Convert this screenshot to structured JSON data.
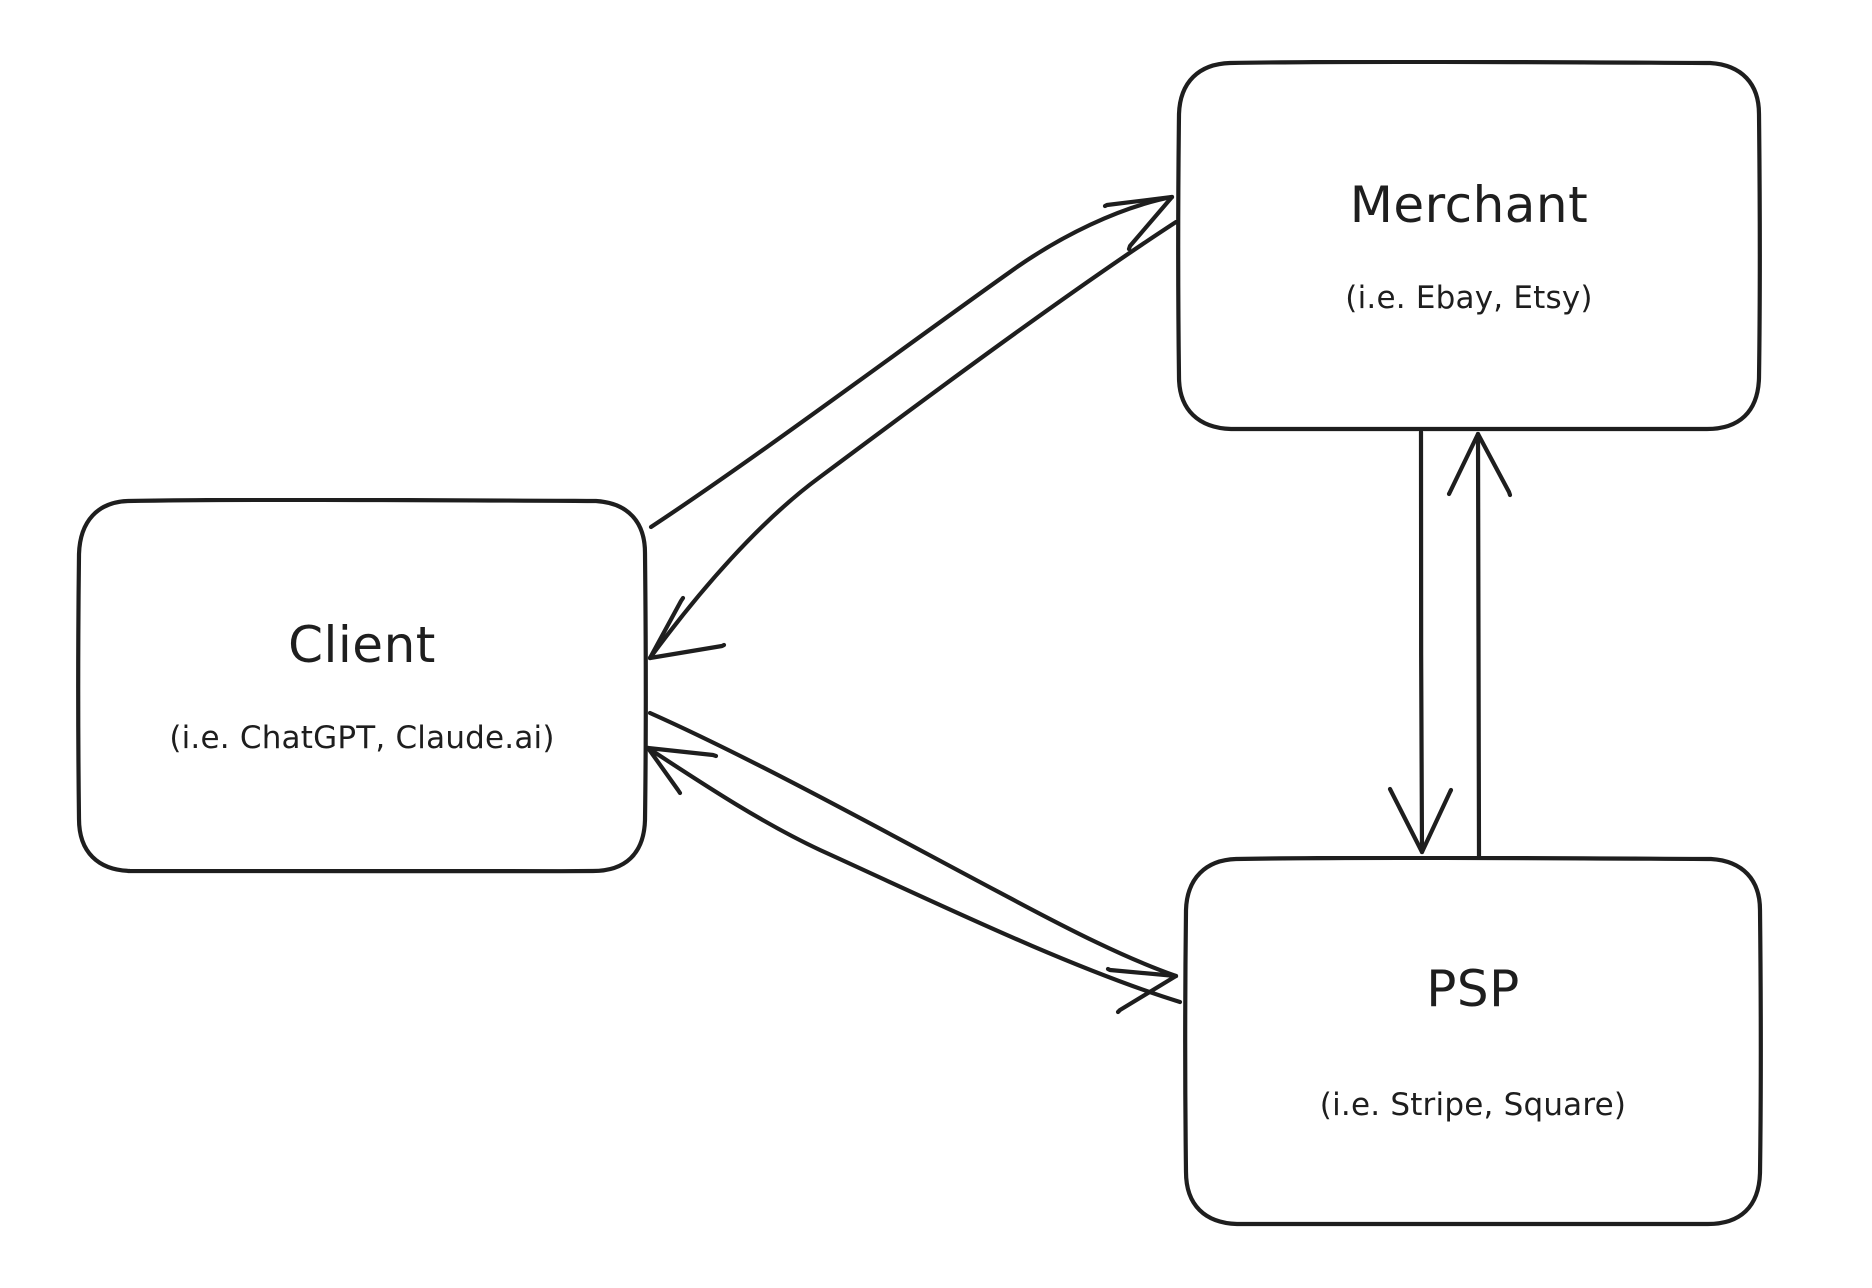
{
  "diagram": {
    "title": "Client / Merchant / PSP payment interaction diagram",
    "style": "hand-drawn",
    "background_color": "#ffffff",
    "stroke_color": "#1e1e1e",
    "text_color": "#1e1e1e",
    "nodes": [
      {
        "id": "client",
        "title": "Client",
        "subtitle": "(i.e. ChatGPT, Claude.ai)",
        "shape": "rounded-rectangle"
      },
      {
        "id": "merchant",
        "title": "Merchant",
        "subtitle": "(i.e. Ebay, Etsy)",
        "shape": "rounded-rectangle"
      },
      {
        "id": "psp",
        "title": "PSP",
        "subtitle": "(i.e. Stripe, Square)",
        "shape": "rounded-rectangle"
      }
    ],
    "edges": [
      {
        "id": "client-to-merchant",
        "from": "client",
        "to": "merchant",
        "label": "",
        "arrowhead": "end"
      },
      {
        "id": "merchant-to-client",
        "from": "merchant",
        "to": "client",
        "label": "",
        "arrowhead": "end"
      },
      {
        "id": "client-to-psp",
        "from": "client",
        "to": "psp",
        "label": "",
        "arrowhead": "end"
      },
      {
        "id": "psp-to-client",
        "from": "psp",
        "to": "client",
        "label": "",
        "arrowhead": "end"
      },
      {
        "id": "merchant-to-psp",
        "from": "merchant",
        "to": "psp",
        "label": "",
        "arrowhead": "end"
      },
      {
        "id": "psp-to-merchant",
        "from": "psp",
        "to": "merchant",
        "label": "",
        "arrowhead": "end"
      }
    ]
  }
}
